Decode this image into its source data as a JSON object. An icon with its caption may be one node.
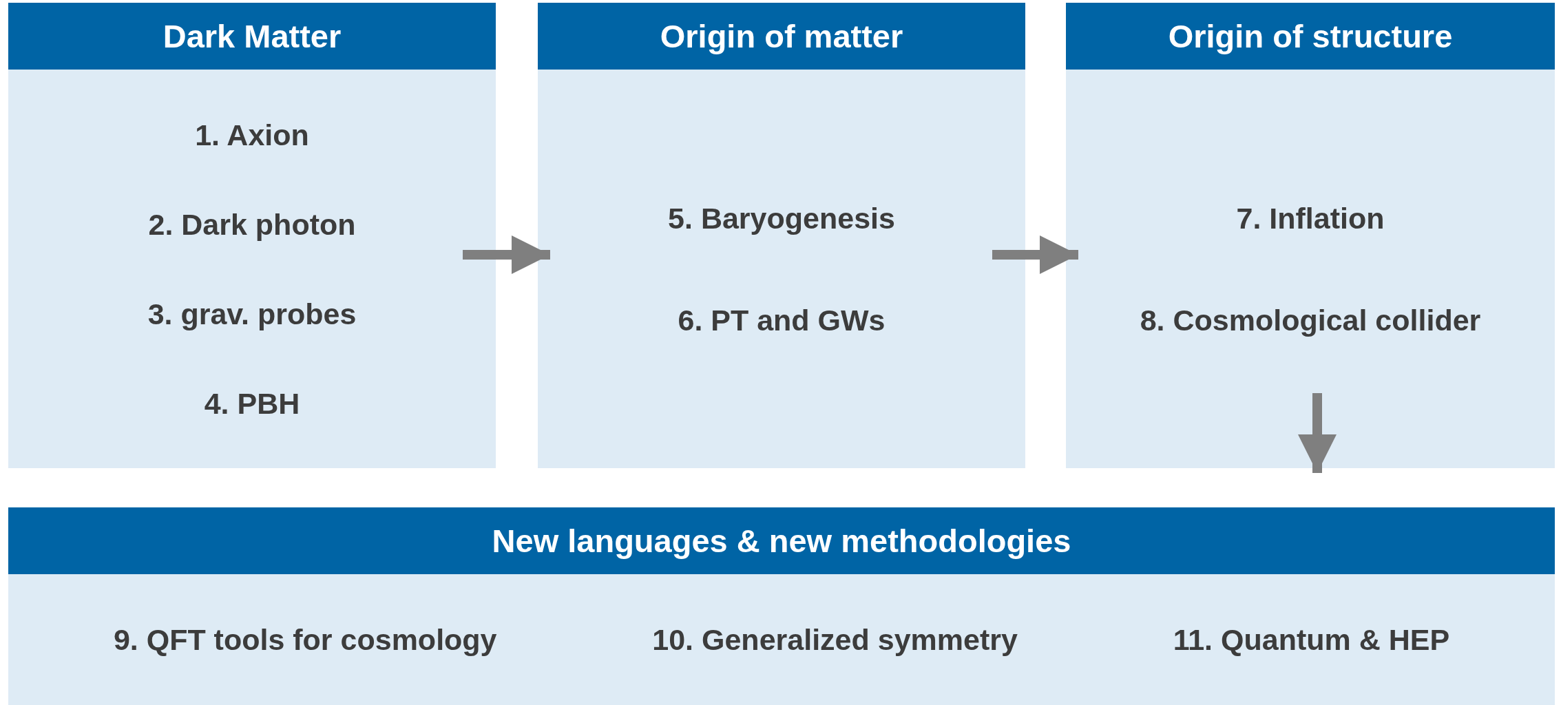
{
  "diagram": {
    "nodes": [
      {
        "text": [
          "Dark Matter",
          "1. Axion",
          "2. Dark photon",
          "3. grav. probes",
          "4. PBH"
        ]
      },
      {
        "text": [
          "Origin of matter",
          "5. Baryogenesis",
          "6. PT and GWs"
        ]
      },
      {
        "text": [
          "Origin of structure",
          "7. Inflation",
          "8. Cosmological collider"
        ]
      },
      {
        "text": [
          "New languages & new methodologies",
          "9. QFT tools for cosmology",
          "10. Generalized symmetry",
          "11. Quantum & HEP"
        ]
      }
    ],
    "edges": [
      {
        "from": 0,
        "to": 1,
        "arrow": "to"
      },
      {
        "from": 1,
        "to": 2,
        "arrow": "to"
      },
      {
        "from": 2,
        "to": 3,
        "arrow": "to"
      }
    ]
  }
}
